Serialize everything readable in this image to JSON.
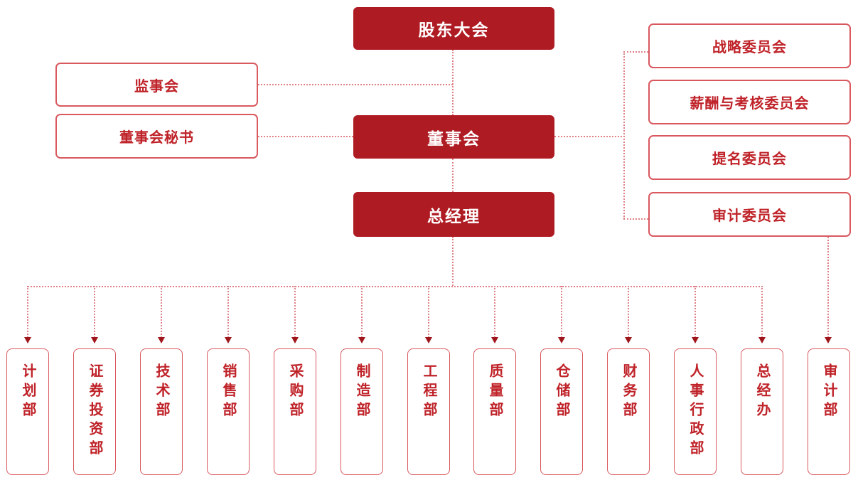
{
  "palette": {
    "filled_bg": "#AF1B22",
    "filled_text": "#FFFFFF",
    "outline_border": "#D9595F",
    "label_red": "#BF2228",
    "line": "#DF8287",
    "arrow": "#9E161B"
  },
  "org": {
    "shareholders_meeting": "股东大会",
    "supervisory_board": "监事会",
    "board_secretary": "董事会秘书",
    "board_of_directors": "董事会",
    "general_manager": "总经理",
    "committees": [
      "战略委员会",
      "薪酬与考核委员会",
      "提名委员会",
      "审计委员会"
    ],
    "departments": [
      "计划部",
      "证券投资部",
      "技术部",
      "销售部",
      "采购部",
      "制造部",
      "工程部",
      "质量部",
      "仓储部",
      "财务部",
      "人事行政部",
      "总经办",
      "审计部"
    ]
  }
}
